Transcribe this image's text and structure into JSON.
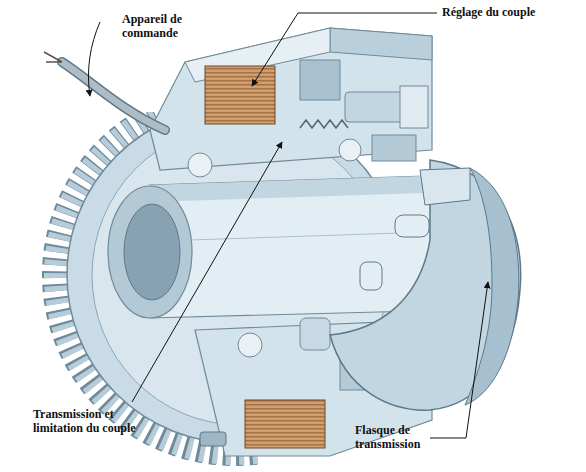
{
  "diagram": {
    "labels": [
      "Appareil de commande",
      "Réglage du couple",
      "Transmission et limitation du couple",
      "Flasque de transmission"
    ]
  }
}
